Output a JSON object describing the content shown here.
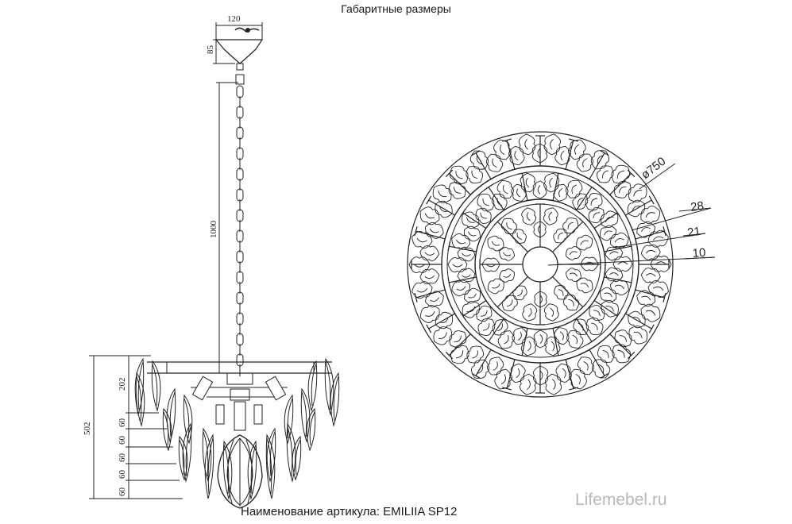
{
  "title": "Габаритные размеры",
  "article": "Наименование артикула: EMILIIA SP12",
  "watermark": "Lifemebel.ru",
  "side_view": {
    "canopy_width": "120",
    "canopy_height": "85",
    "chain_length": "1000",
    "top_tier_height": "202",
    "total_height": "502",
    "step_labels": [
      "60",
      "60",
      "60",
      "60",
      "60"
    ]
  },
  "top_view": {
    "diameter": "ø750",
    "ring_labels": [
      "28",
      "21",
      "10"
    ]
  }
}
